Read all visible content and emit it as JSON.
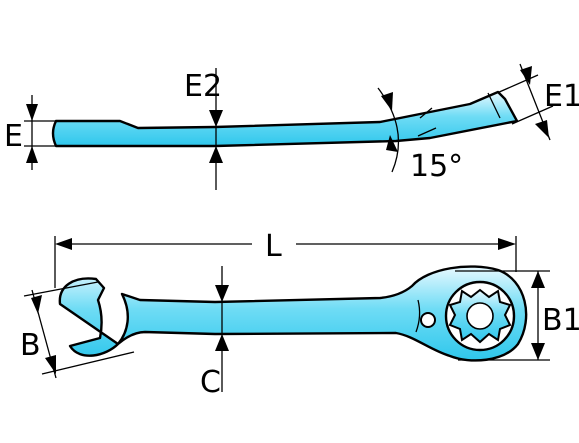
{
  "labels": {
    "e": "E",
    "e2": "E2",
    "e1": "E1",
    "angle": "15°",
    "l": "L",
    "b": "B",
    "b1": "B1",
    "c": "C"
  },
  "colors": {
    "steel_light": "#e8f9ff",
    "steel_mid": "#6fdcf5",
    "steel_dark": "#2fc7ec",
    "outline": "#000000"
  }
}
